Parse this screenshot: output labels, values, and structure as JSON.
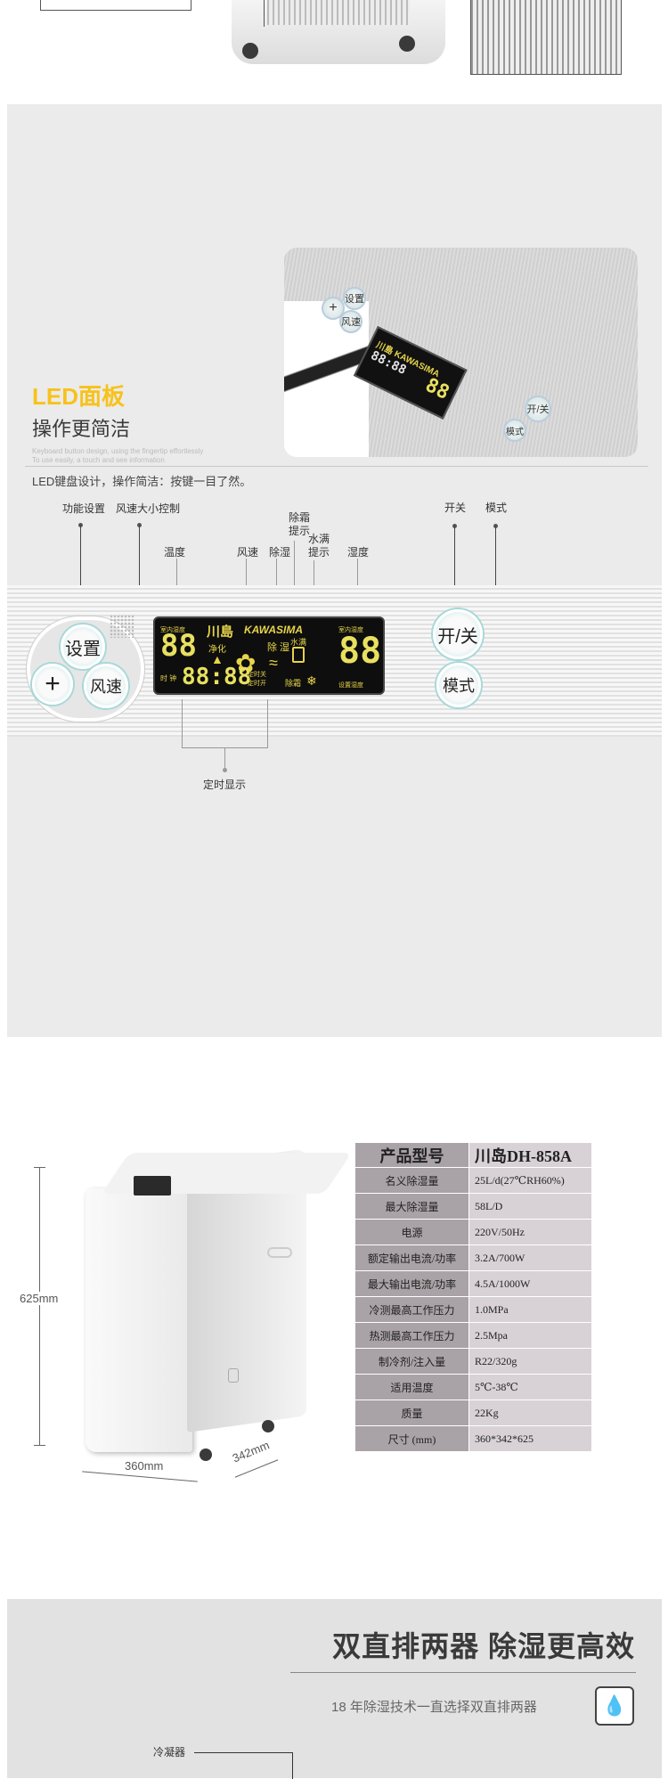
{
  "led_section": {
    "title": "LED面板",
    "subtitle": "操作更简洁",
    "tiny_text_1": "Keyboard button design, using the fingertip effortlessly",
    "tiny_text_2": "To use easily, a touch and see information",
    "description": "LED键盘设计，操作简洁：按键一目了然。",
    "photo_buttons": {
      "plus": "+",
      "settings": "设置",
      "fan": "风速",
      "power": "开/关",
      "mode": "模式"
    }
  },
  "panel_diagram": {
    "labels": {
      "function_settings": "功能设置",
      "fan_control": "风速大小控制",
      "temperature": "温度",
      "fan_speed": "风速",
      "dehumidify": "除湿",
      "defrost": "除霜提示",
      "water_full": "水满提示",
      "humidity": "湿度",
      "power": "开关",
      "mode": "模式",
      "timer_display": "定时显示"
    },
    "buttons": {
      "settings": "设置",
      "plus": "+",
      "fan": "风速",
      "power": "开/关",
      "mode": "模式"
    },
    "display": {
      "brand_cn": "川島",
      "brand_en": "KAWASIMA",
      "indoor_humidity_left": "室内湿度",
      "digits_left": "88",
      "purify": "净化",
      "clock": "时 钟",
      "time": "88:88",
      "timer_off": "定时关",
      "timer_on": "定时开",
      "dehumid": "除 湿",
      "water_full": "水满",
      "defrost": "除霜",
      "indoor_humidity_right": "室内湿度",
      "digits_right": "88",
      "set_humidity": "设置湿度"
    }
  },
  "spec": {
    "dimensions": {
      "height": "625mm",
      "width": "360mm",
      "depth": "342mm"
    },
    "rows": [
      {
        "key": "产品型号",
        "value": "川岛DH-858A"
      },
      {
        "key": "名义除湿量",
        "value": "25L/d(27℃RH60%)"
      },
      {
        "key": "最大除湿量",
        "value": "58L/D"
      },
      {
        "key": "电源",
        "value": "220V/50Hz"
      },
      {
        "key": "额定输出电流/功率",
        "value": "3.2A/700W"
      },
      {
        "key": "最大输出电流/功率",
        "value": "4.5A/1000W"
      },
      {
        "key": "冷测最高工作压力",
        "value": "1.0MPa"
      },
      {
        "key": "热测最高工作压力",
        "value": "2.5Mpa"
      },
      {
        "key": "制冷剂/注入量",
        "value": "R22/320g"
      },
      {
        "key": "适用温度",
        "value": "5℃-38℃"
      },
      {
        "key": "质量",
        "value": "22Kg"
      },
      {
        "key": "尺寸 (mm)",
        "value": "360*342*625"
      }
    ]
  },
  "bottom": {
    "title": "双直排两器 除湿更高效",
    "subtitle": "18 年除湿技术一直选择双直排两器",
    "label_condenser": "冷凝器"
  }
}
